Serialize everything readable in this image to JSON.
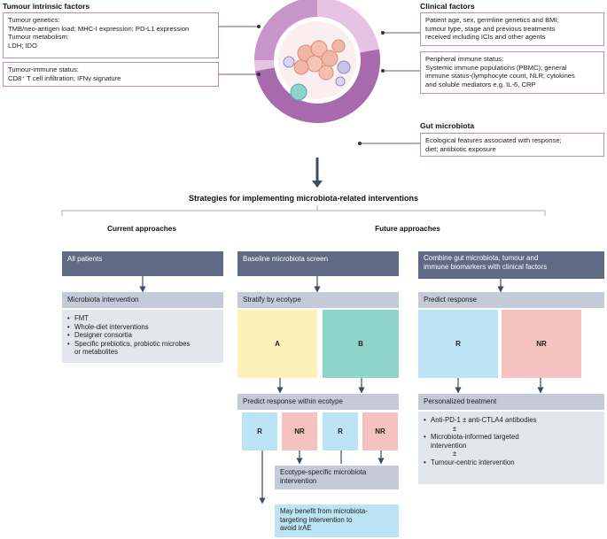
{
  "tumour": {
    "title": "Tumour intrinsic factors",
    "box1": [
      "Tumour genetics:",
      "TMB/neo-antigen load; MHC-I expression; PD-L1 expression",
      "Tumour metabolism:",
      "LDH; IDO"
    ],
    "box2": [
      "Tumour-immune status:",
      "CD8⁺ T cell infiltration; IFNγ signature"
    ]
  },
  "clinical": {
    "title": "Clinical factors",
    "box1": [
      "Patient age, sex, germline genetics and BMI;",
      "tumour type, stage and previous treatments",
      "received including ICIs and other agents"
    ],
    "box2": [
      "Peripheral immune status:",
      "Systemic immune populations (PBMC); general",
      "immune status-(lymphocyte count, NLR; cytokines",
      "and soluble mediators e.g. IL-6, CRP"
    ]
  },
  "gut": {
    "title": "Gut microbiota",
    "box": [
      "Ecological features associated with response;",
      "diet; antibiotic exposure"
    ]
  },
  "strategies_title": "Strategies for implementing microbiota-related interventions",
  "current": {
    "title": "Current approaches",
    "all_patients": "All patients",
    "intervention": "Microbiota intervention",
    "bullets": [
      "FMT",
      "Whole-diet interventions",
      "Designer consortia",
      "Specific prebiotics, probiotic microbes",
      "or metabolites"
    ]
  },
  "future": {
    "title": "Future approaches",
    "baseline": "Baseline microbiota screen",
    "stratify": "Stratify by ecotype",
    "ecotype_a": "A",
    "ecotype_b": "B",
    "predict_within": "Predict response within ecotype",
    "r": "R",
    "nr": "NR",
    "ecotype_specific": [
      "Ecotype-specific microbiota",
      "intervention"
    ],
    "may_benefit": [
      "May benefit from microbiota-",
      "targeting intervention to",
      "avoid irAE"
    ],
    "combine": [
      "Combine gut microbiota, tumour and",
      "immune biomarkers with clinical factors"
    ],
    "predict_response": "Predict response",
    "personalized": "Personalized treatment",
    "treatments": [
      "Anti-PD-1 ± anti-CTLA4 antibodies",
      "±",
      "Microbiota-informed targeted",
      "intervention",
      "±",
      "Tumour-centric intervention"
    ]
  },
  "colors": {
    "ring_light": "#e6c3e5",
    "ring_mid": "#c795c9",
    "ring_dark": "#a86aac",
    "box_dark": "#5f6b84",
    "box_mid": "#c4cad7",
    "box_light": "#e3e6ec",
    "ecotype_a": "#fdf0b8",
    "ecotype_b": "#8ed4c9",
    "responder": "#bde4f4",
    "non_responder": "#f6c2bf"
  }
}
